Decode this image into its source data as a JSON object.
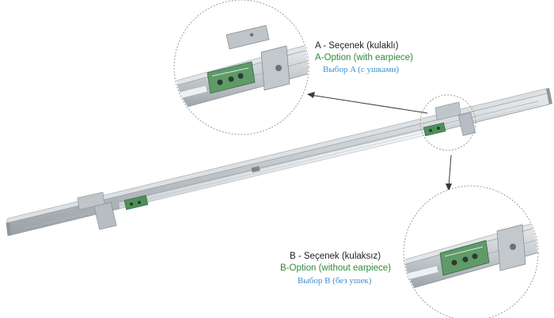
{
  "callout_a": {
    "line_tr": "A - Seçenek (kulaklı)",
    "line_en": "A-Option (with earpiece)",
    "line_ru": "Выбор A (с ушками)"
  },
  "callout_b": {
    "line_tr": "B - Seçenek (kulaksız)",
    "line_en": "B-Option (without earpiece)",
    "line_ru": "Выбор B (без ушек)"
  },
  "colors": {
    "turkish_text": "#222222",
    "english_text": "#2e8a3a",
    "russian_text": "#3a8fd0",
    "rail_metal": "#c9ced2",
    "mechanism_green": "#4f8f5a"
  }
}
